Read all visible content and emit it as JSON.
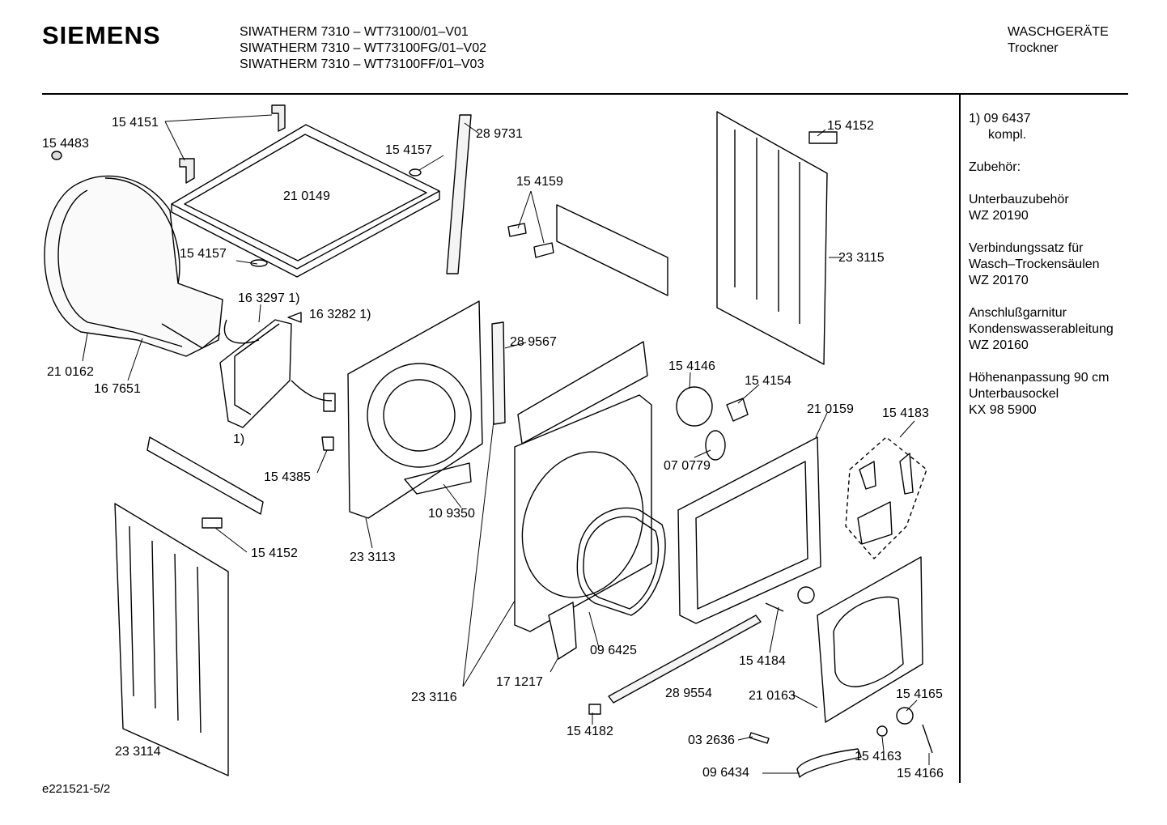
{
  "header": {
    "brand": "SIEMENS",
    "models": [
      "SIWATHERM 7310 – WT73100/01–V01",
      "SIWATHERM 7310 – WT73100FG/01–V02",
      "SIWATHERM 7310 – WT73100FF/01–V03"
    ],
    "category": "WASCHGERÄTE",
    "subcategory": "Trockner"
  },
  "sidebar": {
    "note_ref": "1)  09 6437",
    "note_text": "kompl.",
    "accessories_heading": "Zubehör:",
    "items": [
      {
        "line1": "Unterbauzubehör",
        "line2": "WZ 20190"
      },
      {
        "line1": "Verbindungssatz für",
        "line2": "Wasch–Trockensäulen",
        "line3": "WZ 20170"
      },
      {
        "line1": "Anschlußgarnitur",
        "line2": "Kondenswasserableitung",
        "line3": "WZ 20160"
      },
      {
        "line1": "Höhenanpassung 90 cm",
        "line2": "Unterbausockel",
        "line3": "KX 98 5900"
      }
    ]
  },
  "part_labels": {
    "p1": "15 4151",
    "p2": "15 4483",
    "p3": "15 4157",
    "p4": "21 0149",
    "p5": "28 9731",
    "p6": "15 4159",
    "p7": "15 4152",
    "p8": "23 3115",
    "p9": "15 4157",
    "p10": "16 3297 1)",
    "p11": "16 3282 1)",
    "p12": "21 0162",
    "p13": "16 7651",
    "p14": "1)",
    "p15": "28 9567",
    "p16": "15 4146",
    "p17": "15 4154",
    "p18": "21 0159",
    "p19": "15 4183",
    "p20": "15 4385",
    "p21": "07 0779",
    "p22": "10 9350",
    "p23": "15 4152",
    "p24": "23 3113",
    "p25": "09 6425",
    "p26": "15 4184",
    "p27": "17 1217",
    "p28": "23 3116",
    "p29": "28 9554",
    "p30": "21 0163",
    "p31": "15 4165",
    "p32": "15 4182",
    "p33": "03 2636",
    "p34": "15 4163",
    "p35": "09 6434",
    "p36": "15 4166",
    "p37": "23 3114"
  },
  "footer": {
    "drawing_id": "e221521-5/2"
  }
}
